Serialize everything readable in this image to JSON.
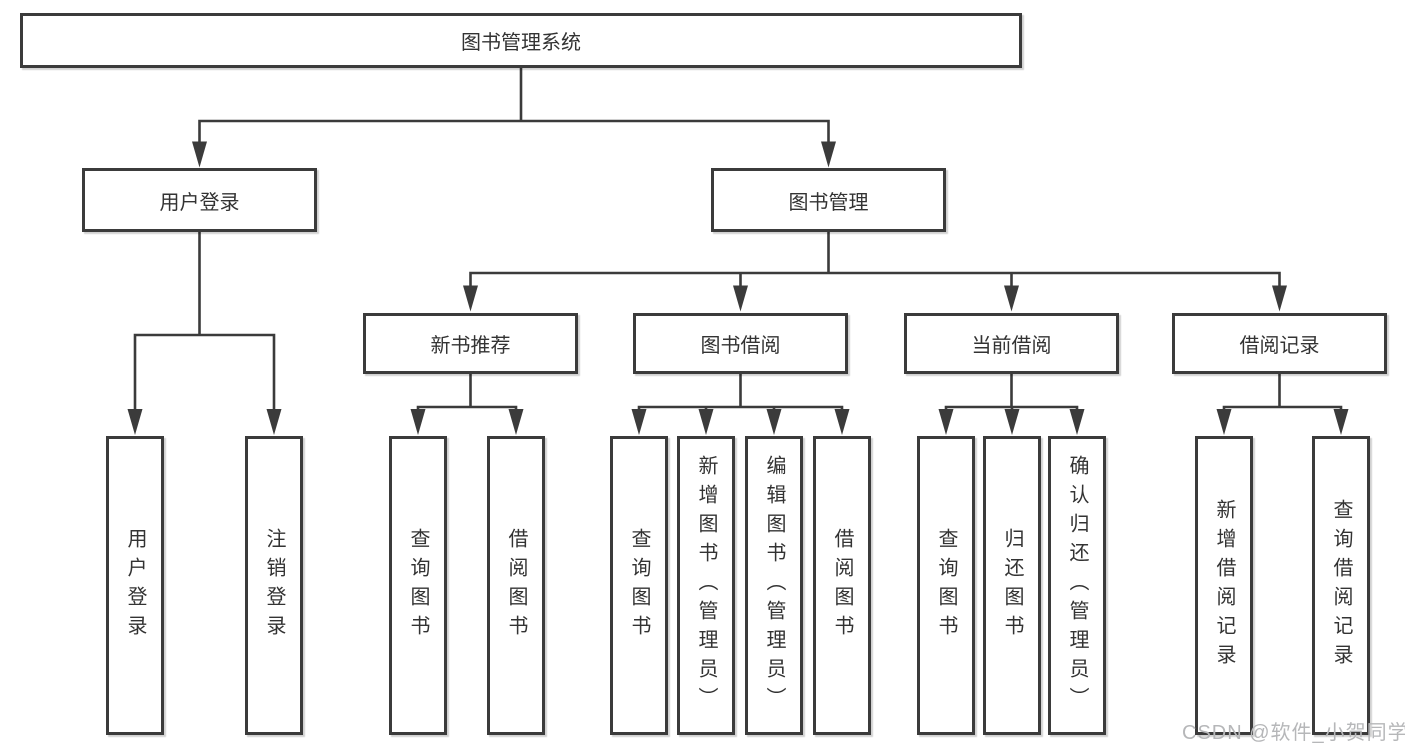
{
  "diagram": {
    "root": {
      "label": "图书管理系统",
      "children": [
        {
          "label": "用户登录",
          "children": [
            {
              "label": "用户登录"
            },
            {
              "label": "注销登录"
            }
          ]
        },
        {
          "label": "图书管理",
          "children": [
            {
              "label": "新书推荐",
              "children": [
                {
                  "label": "查询图书"
                },
                {
                  "label": "借阅图书"
                }
              ]
            },
            {
              "label": "图书借阅",
              "children": [
                {
                  "label": "查询图书"
                },
                {
                  "label": "新增图书（管理员）"
                },
                {
                  "label": "编辑图书（管理员）"
                },
                {
                  "label": "借阅图书"
                }
              ]
            },
            {
              "label": "当前借阅",
              "children": [
                {
                  "label": "查询图书"
                },
                {
                  "label": "归还图书"
                },
                {
                  "label": "确认归还（管理员）"
                }
              ]
            },
            {
              "label": "借阅记录",
              "children": [
                {
                  "label": "新增借阅记录"
                },
                {
                  "label": "查询借阅记录"
                }
              ]
            }
          ]
        }
      ]
    }
  },
  "watermark": {
    "text": "CSDN @软件_小贺同学"
  },
  "colors": {
    "line": "#3b3b3b",
    "box_border": "#3b3b3b",
    "text": "#333333",
    "watermark": "#b6b7b9",
    "background": "#ffffff"
  }
}
